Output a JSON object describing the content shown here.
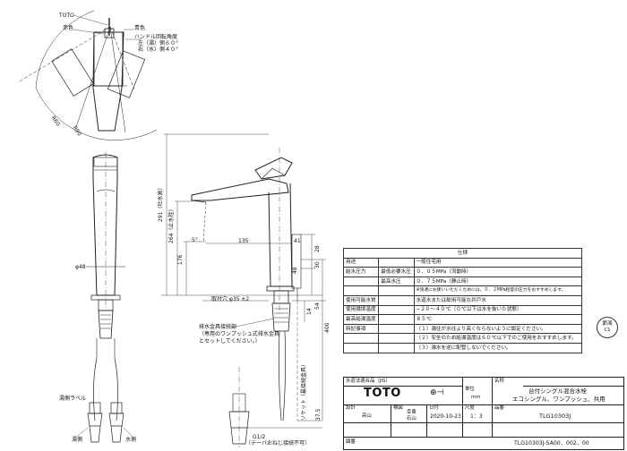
{
  "top_view": {
    "brand": "TOTO",
    "red": "赤色",
    "blue": "青色",
    "handle_angle_title": "ハンドル回転角度",
    "left_hot": "左（湯）側６０°",
    "right_cold": "右（水）側４０°",
    "dim_r1": "R60",
    "dim_r2": "R90"
  },
  "front_view": {
    "dim_48": "48",
    "dim_ph": "φ48",
    "dim_5": "5°",
    "dim_135": "135",
    "dim_41": "41",
    "dim_291": "291（吐水高）",
    "dim_264": "264（止水栓）",
    "dim_176": "176",
    "dim_mount": "取付穴 φ35 ±2",
    "dim_28": "28",
    "dim_30": "30",
    "dim_54": "54",
    "dim_14": "14",
    "dim_400": "400",
    "hose_note_1": "排水金具接続部",
    "hose_note_2": "（専用のワンプッシュ式排水金具",
    "hose_note_3": "とセットしてください。）",
    "rear_label": "ソケット（最接続金具）",
    "hot_label": "湯側ラベル",
    "hot": "湯側",
    "cold": "水側",
    "thread": "G1/2",
    "thread_note": "（テーパおねじ接続不可）",
    "dim_375": "37.5"
  },
  "spec": {
    "title": "仕様",
    "rows": [
      [
        "用途",
        "",
        "一般住宅用"
      ],
      [
        "給水圧力",
        "最低必要水圧",
        "０．０５MPa（流動時）"
      ],
      [
        "",
        "最高水圧",
        "０．７５MPa（静止時）"
      ],
      [
        "",
        "",
        "※快適にお使いいただくためには、０．２MPa程度の圧力をおすすめします。"
      ],
      [
        "使用可能水質",
        "",
        "水道水または飲用可能な井戸水"
      ],
      [
        "使用環境温度",
        "",
        "−２０〜４０℃（０℃以下は水を抜いた状態）"
      ],
      [
        "最高給湯温度",
        "",
        "８５℃"
      ],
      [
        "特記事項",
        "",
        "（１）湯往が水往より高くならないように設定ください。"
      ],
      [
        "",
        "",
        "（２）安全のため給湯温度は６０℃以下でのご使用をおすすめします。"
      ],
      [
        "",
        "",
        "（３）湯水を逆に配管しないでください。"
      ]
    ]
  },
  "badge": "節湯\nC1",
  "title_block": {
    "jis": "水道法適合品（JIS）",
    "logo": "TOTO",
    "unit_label": "単位",
    "unit": "mm",
    "name_label": "名称",
    "name_1": "台付シングル混合水栓",
    "name_2": "エコシングル、ワンプッシュ、共用",
    "design_label": "設計",
    "design": "高山",
    "check_label": "検図",
    "check_1": "幸東",
    "check_2": "石山",
    "date_label": "日付",
    "date": "2020-10-23",
    "scale_label": "尺度",
    "scale": "1：3",
    "part_label": "品番",
    "part": "TLG10303J",
    "drawing_label": "図番",
    "drawing": "TLG10303J-SA00．002．00"
  }
}
